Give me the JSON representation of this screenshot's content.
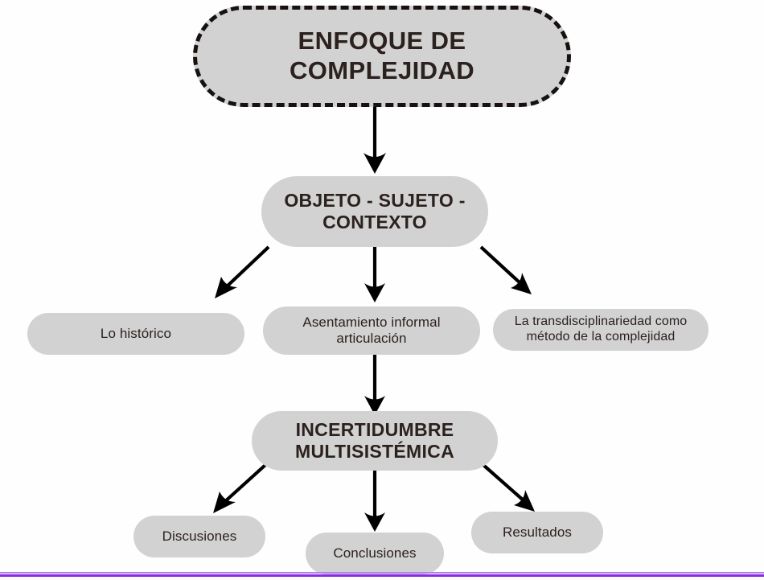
{
  "diagram": {
    "title": "ENFOQUE DE COMPLEJIDAD",
    "type": "flowchart",
    "background_color": "#fefefe",
    "node_fill_color": "#d2d2d2",
    "node_text_color": "#2b211e",
    "arrow_color": "#000000",
    "accent_color": "#8a2be2",
    "nodes": [
      {
        "id": "root",
        "label": "ENFOQUE DE\nCOMPLEJIDAD",
        "style": "pill-dashed",
        "level": 0
      },
      {
        "id": "objeto",
        "label": "OBJETO - SUJETO -\nCONTEXTO",
        "style": "pill-bold",
        "level": 1
      },
      {
        "id": "historico",
        "label": "Lo histórico",
        "style": "pill-plain",
        "level": 2
      },
      {
        "id": "asentamiento",
        "label": "Asentamiento informal\narticulación",
        "style": "pill-plain",
        "level": 2
      },
      {
        "id": "transdisciplinariedad",
        "label": "La transdisciplinariedad como\nmétodo de la complejidad",
        "style": "pill-plain",
        "level": 2
      },
      {
        "id": "incertidumbre",
        "label": "INCERTIDUMBRE\nMULTISISTÉMICA",
        "style": "pill-bold",
        "level": 3
      },
      {
        "id": "discusiones",
        "label": "Discusiones",
        "style": "pill-plain",
        "level": 4
      },
      {
        "id": "conclusiones",
        "label": "Conclusiones",
        "style": "pill-plain",
        "level": 4
      },
      {
        "id": "resultados",
        "label": "Resultados",
        "style": "pill-plain",
        "level": 4
      }
    ],
    "edges": [
      {
        "from": "root",
        "to": "objeto"
      },
      {
        "from": "objeto",
        "to": "historico"
      },
      {
        "from": "objeto",
        "to": "asentamiento"
      },
      {
        "from": "objeto",
        "to": "transdisciplinariedad"
      },
      {
        "from": "asentamiento",
        "to": "incertidumbre"
      },
      {
        "from": "incertidumbre",
        "to": "discusiones"
      },
      {
        "from": "incertidumbre",
        "to": "conclusiones"
      },
      {
        "from": "incertidumbre",
        "to": "resultados"
      }
    ]
  }
}
